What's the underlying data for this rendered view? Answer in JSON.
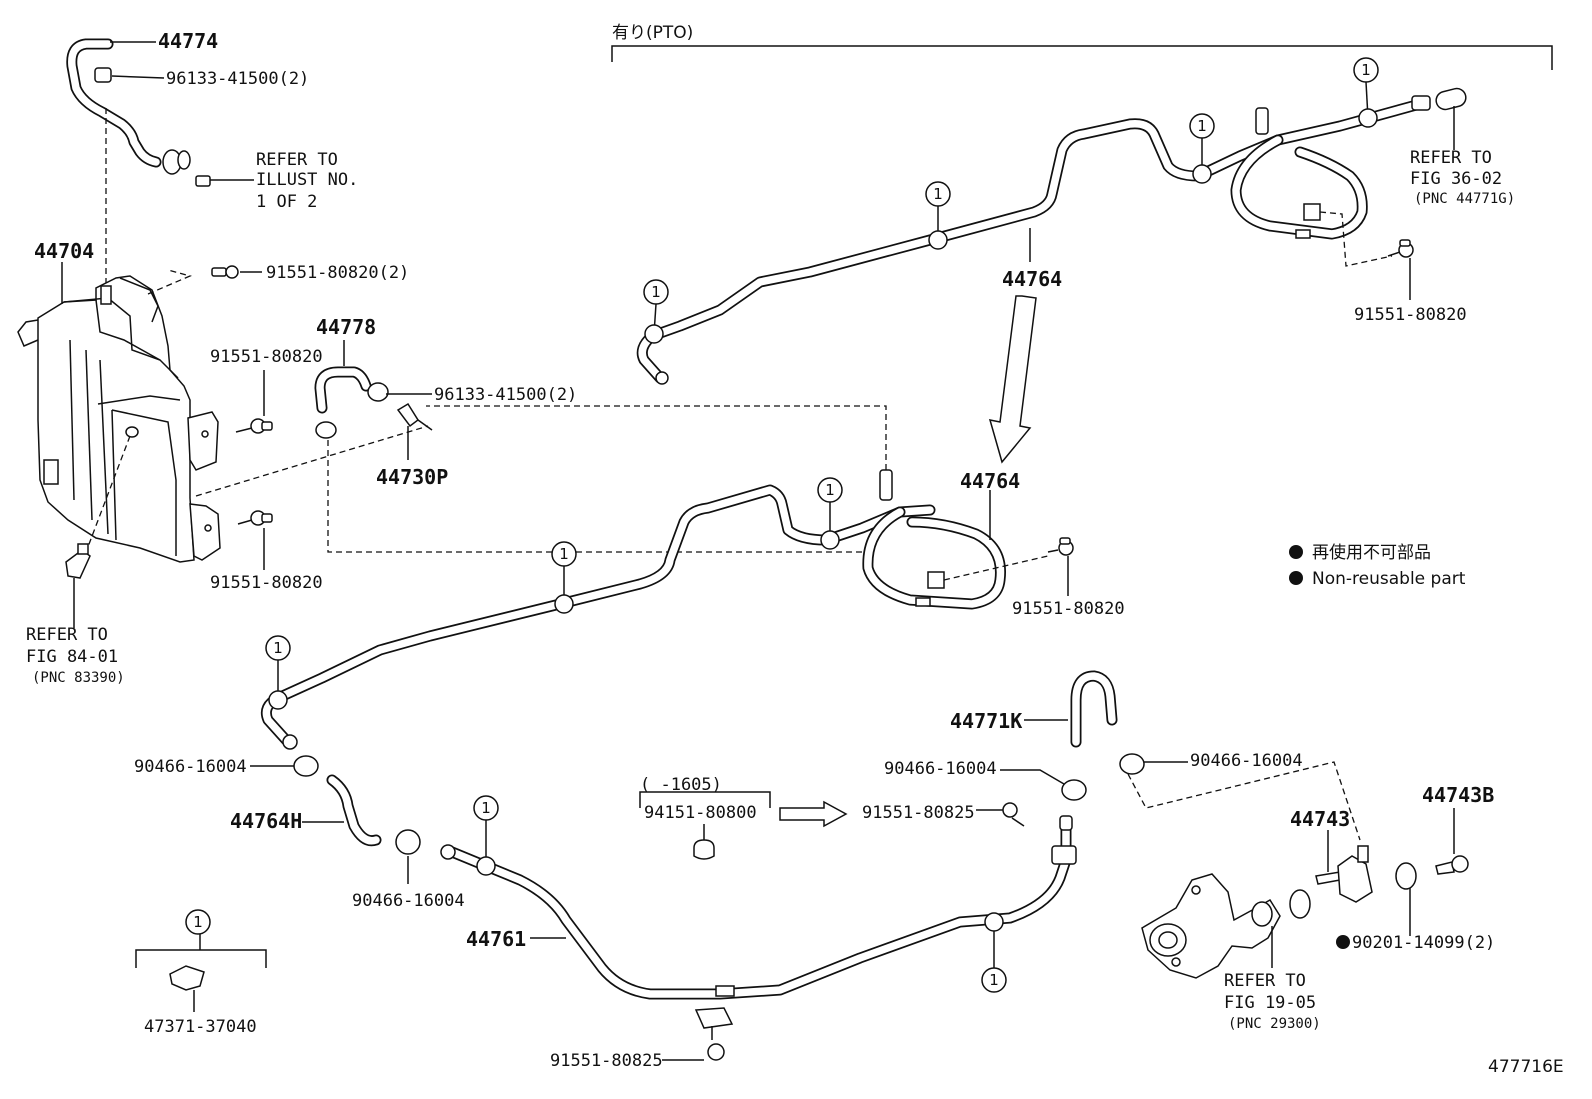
{
  "figure_id": "477716E",
  "pto_header": "有り(PTO)",
  "ref_marker": "1",
  "legend": {
    "jp": "再使用不可部品",
    "en": "Non-reusable part"
  },
  "labels": {
    "p44774": "44774",
    "p96133_top": "96133-41500(2)",
    "refer_illust_1": "REFER TO",
    "refer_illust_2": "ILLUST NO.",
    "refer_illust_3": "1 OF 2",
    "p44704": "44704",
    "p91551_82_2": "91551-80820(2)",
    "p44778": "44778",
    "p91551_tank_a": "91551-80820",
    "p96133_mid": "96133-41500(2)",
    "p44730P": "44730P",
    "p91551_tank_b": "91551-80820",
    "refer84_1": "REFER TO",
    "refer84_2": "FIG 84-01",
    "refer84_3": "(PNC 83390)",
    "p44764_top": "44764",
    "refer36_1": "REFER TO",
    "refer36_2": "FIG 36-02",
    "refer36_3": "(PNC 44771G)",
    "p91551_topright": "91551-80820",
    "p44764_mid": "44764",
    "p91551_mid": "91551-80820",
    "p90466_a": "90466-16004",
    "p44764H": "44764H",
    "p90466_b": "90466-16004",
    "p44761": "44761",
    "p47371": "47371-37040",
    "p91551_bottom": "91551-80825",
    "date_note": "(     -1605)",
    "p94151": "94151-80800",
    "p91551_825": "91551-80825",
    "p44771K": "44771K",
    "p90466_c": "90466-16004",
    "p90466_d": "90466-16004",
    "p44743": "44743",
    "p44743B": "44743B",
    "p90201": "90201-14099(2)",
    "refer19_1": "REFER TO",
    "refer19_2": "FIG 19-05",
    "refer19_3": "(PNC 29300)"
  }
}
